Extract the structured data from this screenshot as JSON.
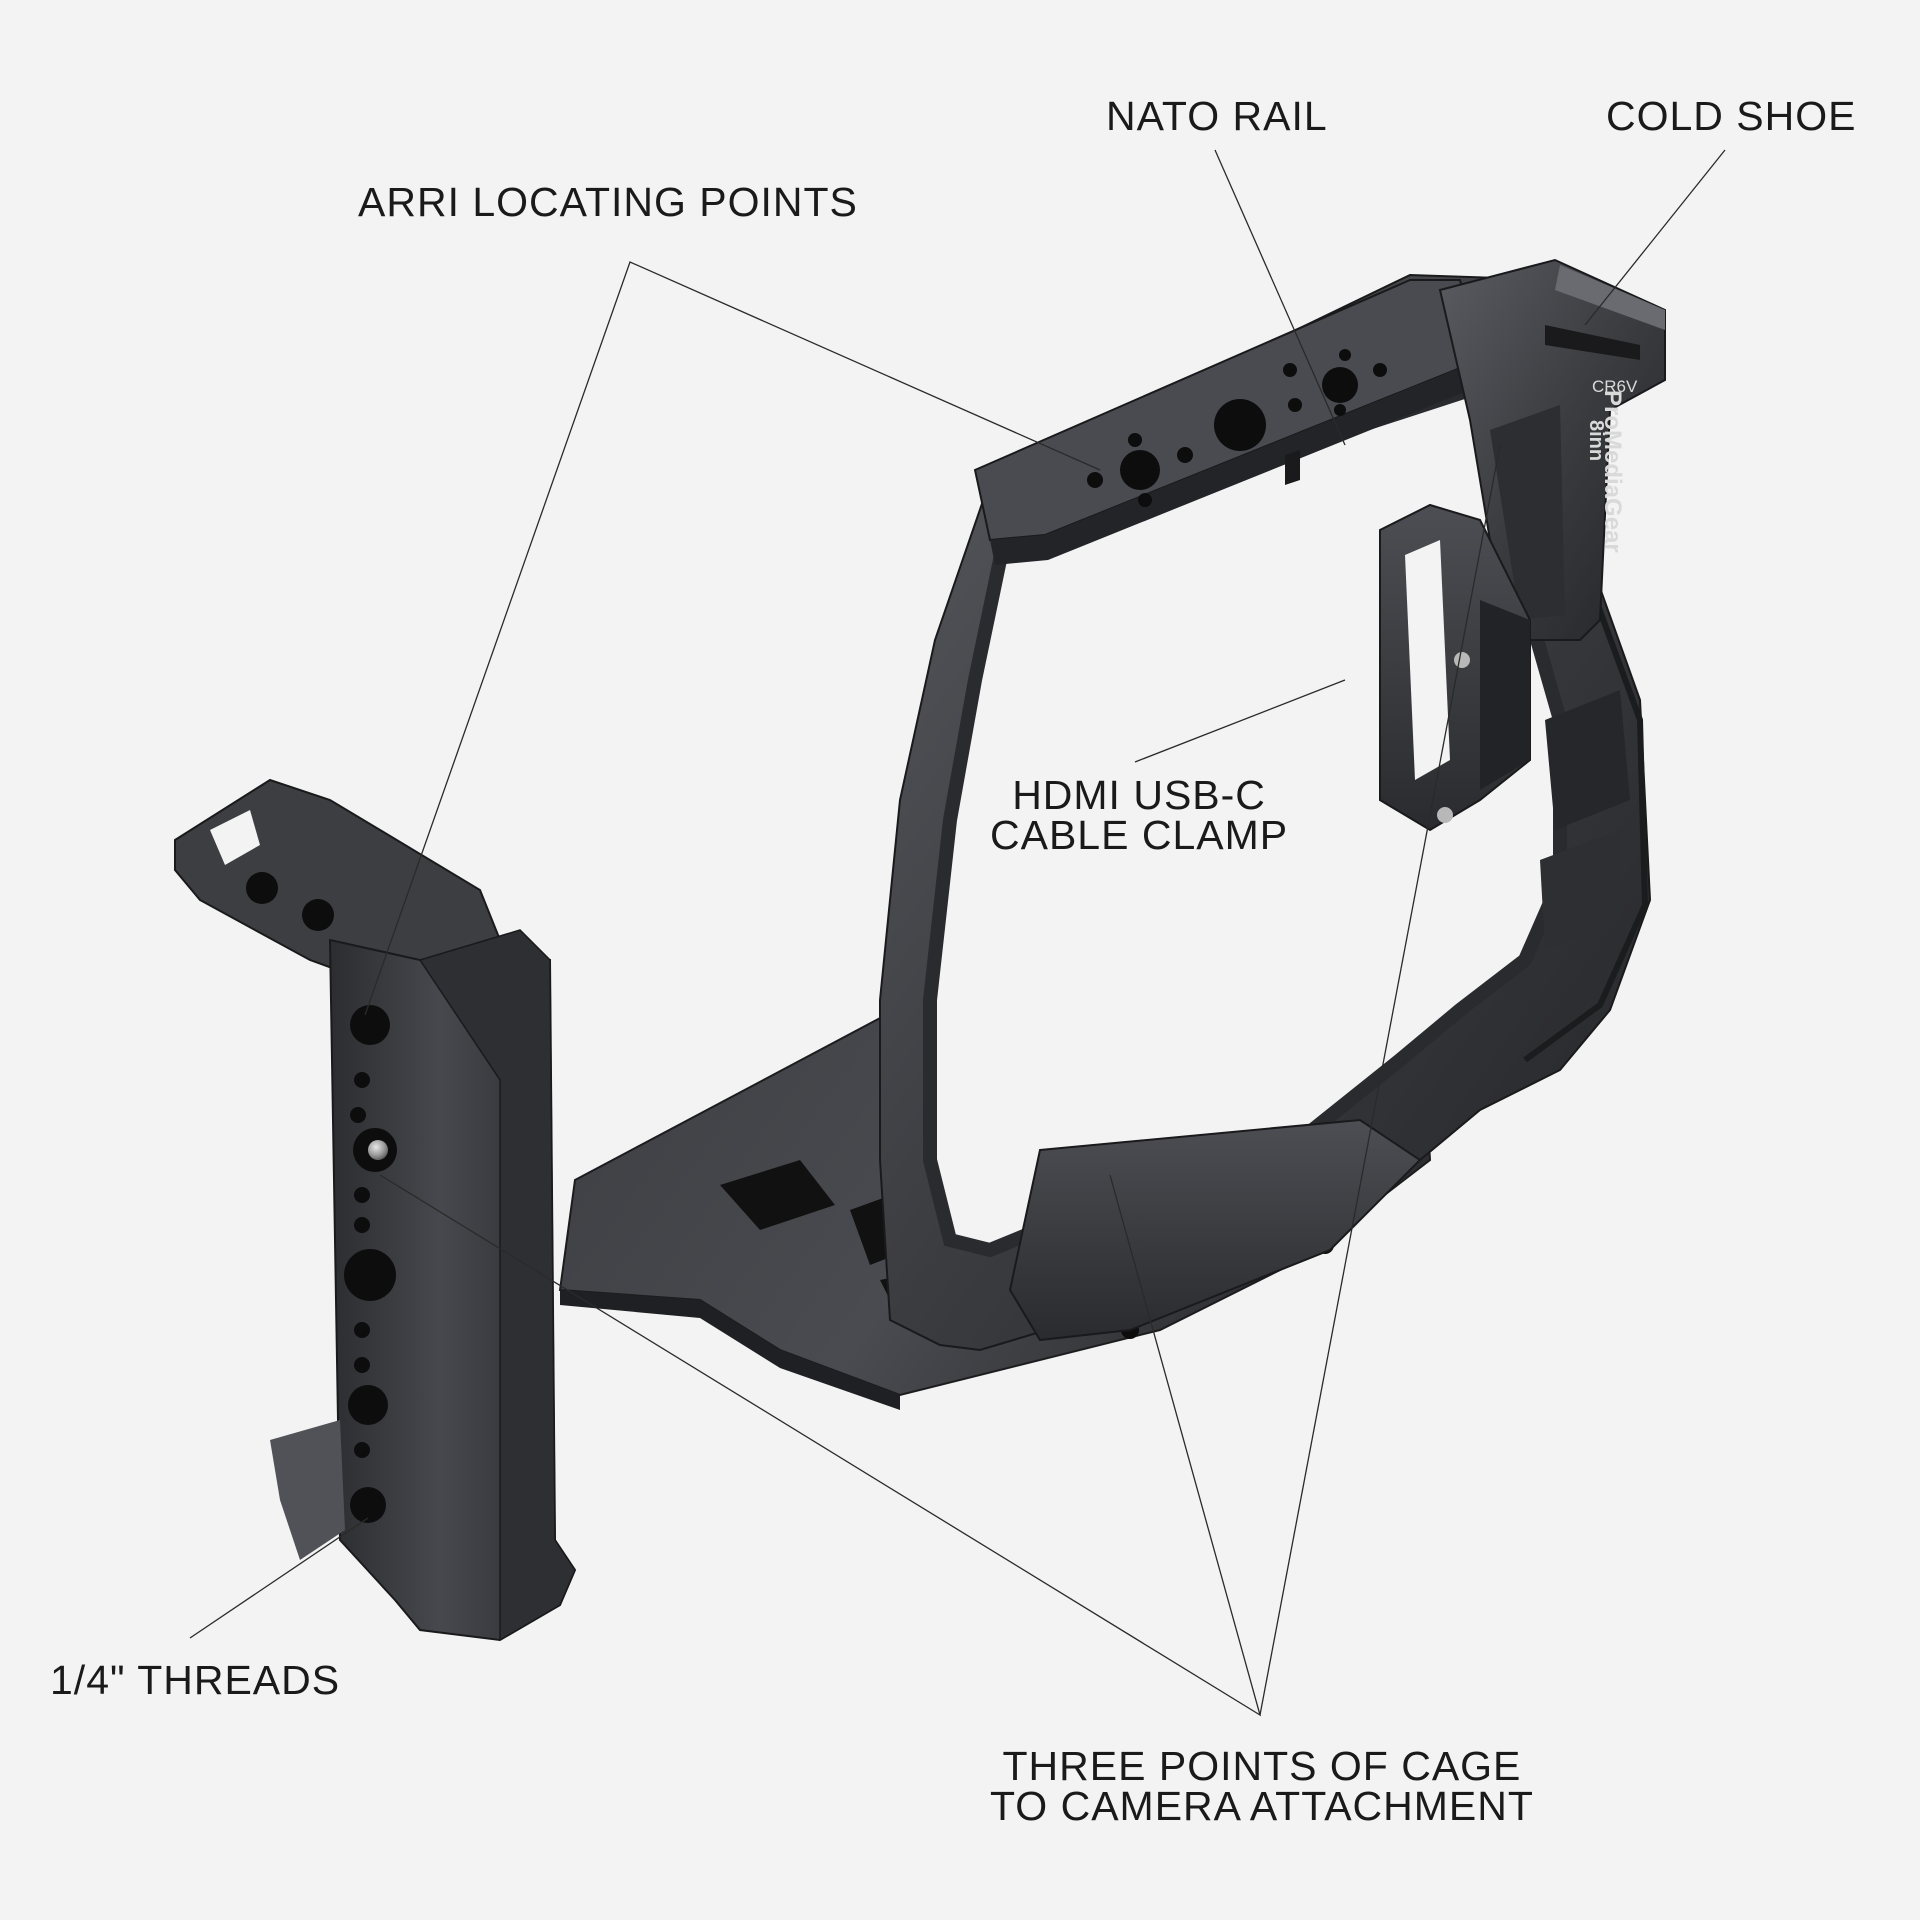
{
  "callouts": {
    "nato_rail": "NATO RAIL",
    "cold_shoe": "COLD SHOE",
    "arri_locating_points": "ARRI LOCATING POINTS",
    "hdmi_cable_clamp": [
      "HDMI USB-C",
      "CABLE CLAMP"
    ],
    "quarter_threads": "1/4\" THREADS",
    "three_points": [
      "THREE POINTS OF CAGE",
      "TO CAMERA ATTACHMENT"
    ]
  },
  "product_marking": {
    "model": "CR6V",
    "brand": "ProMediaGear",
    "logo_text": "8inn"
  },
  "colors": {
    "background": "#f3f3f3",
    "metal_dark": "#2b2c2f",
    "metal_mid": "#3b3c40",
    "metal_light": "#5a5b60",
    "hole": "#0d0d0e",
    "label_text": "#1a1a1a"
  }
}
